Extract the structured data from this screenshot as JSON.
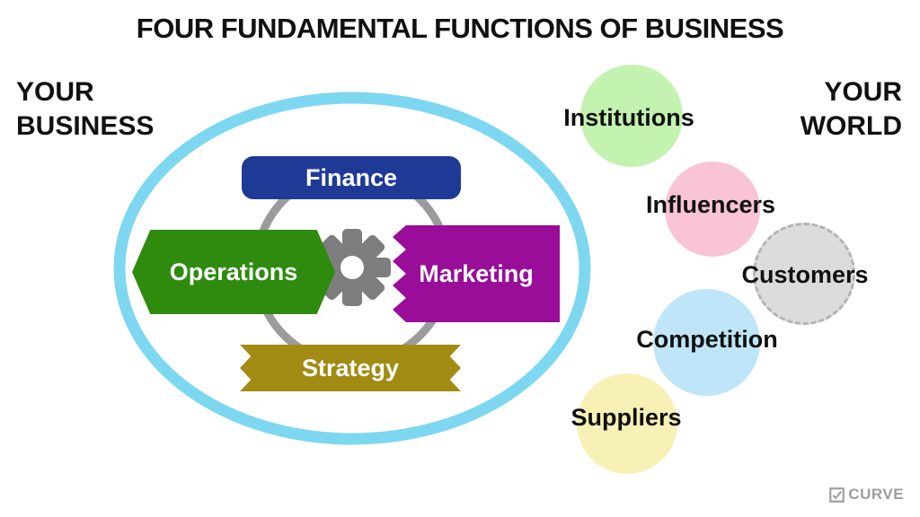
{
  "title": "FOUR FUNDAMENTAL FUNCTIONS OF BUSINESS",
  "your_business": {
    "line1": "YOUR",
    "line2": "BUSINESS"
  },
  "your_world": {
    "line1": "YOUR",
    "line2": "WORLD"
  },
  "diagram": {
    "ellipse_color": "#7ed7f0",
    "ring_color": "#9b9b9b",
    "gear_color": "#7d7d7d",
    "functions": [
      {
        "label": "Finance",
        "color": "#1e3a96"
      },
      {
        "label": "Operations",
        "color": "#2e8b0e"
      },
      {
        "label": "Marketing",
        "color": "#990d99"
      },
      {
        "label": "Strategy",
        "color": "#a28b12"
      }
    ]
  },
  "world_items": [
    {
      "label": "Institutions",
      "color": "#c4f2b0"
    },
    {
      "label": "Influencers",
      "color": "#f9c4d4"
    },
    {
      "label": "Customers",
      "color": "#dcdcdc"
    },
    {
      "label": "Competition",
      "color": "#bee6f8"
    },
    {
      "label": "Suppliers",
      "color": "#f7f1b5"
    }
  ],
  "logo": {
    "text": "CURVE",
    "color": "#9e9e9e"
  }
}
